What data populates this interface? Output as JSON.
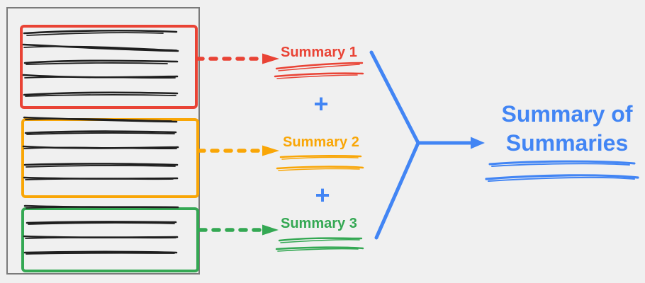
{
  "colors": {
    "bg": "#F0F0F0",
    "frame": "#7A7A7A",
    "ink": "#1F1F1F",
    "red": "#E94335",
    "orange": "#F9A606",
    "green": "#34A853",
    "blue": "#4285F4"
  },
  "summaries": [
    {
      "label": "Summary 1"
    },
    {
      "label": "Summary 2"
    },
    {
      "label": "Summary 3"
    }
  ],
  "operators": {
    "plus": "+"
  },
  "result": {
    "line1": "Summary of",
    "line2": "Summaries"
  }
}
